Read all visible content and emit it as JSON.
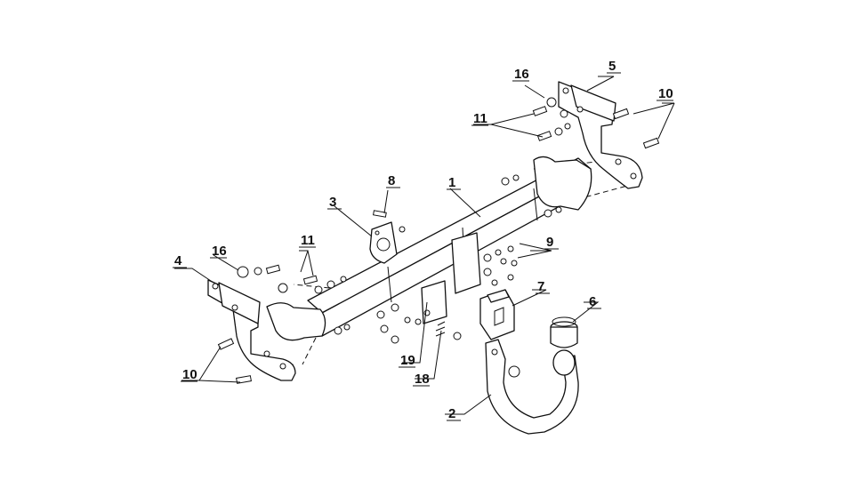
{
  "callouts": {
    "c1": "1",
    "c2": "2",
    "c3": "3",
    "c4": "4",
    "c5": "5",
    "c6": "6",
    "c7": "7",
    "c8": "8",
    "c9": "9",
    "c10_left": "10",
    "c10_right": "10",
    "c11_left": "11",
    "c11_right": "11",
    "c16_left": "16",
    "c16_right": "16",
    "c18": "18",
    "c19": "19"
  },
  "colors": {
    "line": "#111111",
    "background": "#ffffff"
  }
}
